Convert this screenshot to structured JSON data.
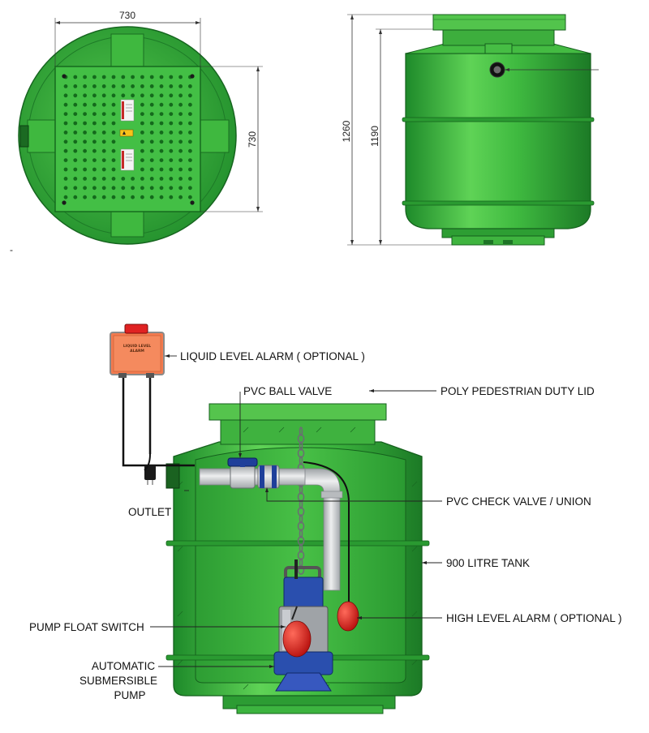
{
  "colors": {
    "tank_green": "#2fa83a",
    "tank_light": "#5ccd52",
    "tank_dark": "#1c7424",
    "interior": "#3db33f",
    "pipe_grey": "#c9cbcd",
    "valve_blue": "#1f3f9a",
    "pump_blue": "#2a4fae",
    "float_red": "#d9201e",
    "alarm_orange": "#f37a4e",
    "alarm_button": "#e02222"
  },
  "dimensions": {
    "plan_width": "730",
    "plan_depth": "730",
    "overall_height": "1260",
    "tank_height": "1190"
  },
  "callouts": {
    "liquid_level_alarm": "LIQUID LEVEL ALARM ( OPTIONAL )",
    "pvc_ball_valve": "PVC BALL VALVE",
    "lid": "POLY PEDESTRIAN DUTY LID",
    "outlet": "OUTLET",
    "check_valve": "PVC CHECK VALVE / UNION",
    "tank": "900 LITRE TANK",
    "high_level_alarm": "HIGH LEVEL ALARM ( OPTIONAL )",
    "pump_float_switch": "PUMP FLOAT SWITCH",
    "pump_line1": "AUTOMATIC",
    "pump_line2": "SUBMERSIBLE",
    "pump_line3": "PUMP"
  },
  "alarm_box": {
    "label_line1": "LIQUID LEVEL",
    "label_line2": "ALARM"
  },
  "lid_icons": [
    "warning-sticker-icon",
    "label-sticker-icon"
  ],
  "stray_mark": "-"
}
